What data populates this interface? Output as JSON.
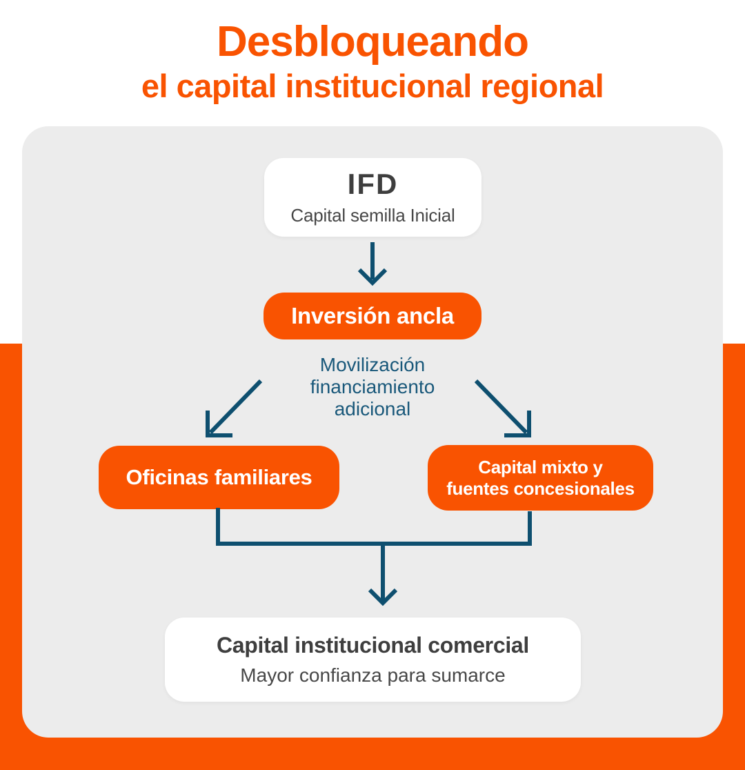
{
  "title": {
    "line1": "Desbloqueando",
    "line2": "el capital institucional regional"
  },
  "colors": {
    "orange": "#F95301",
    "teal": "#0E4F6F",
    "teal_text": "#19587A",
    "panel": "#ECECEC",
    "dark": "#3E3E3E",
    "dark2": "#474747"
  },
  "diagram": {
    "ifd": {
      "title": "IFD",
      "subtitle": "Capital semilla Inicial"
    },
    "anchor": {
      "label": "Inversión ancla"
    },
    "mobilization": {
      "line1": "Movilización",
      "line2": "financiamiento",
      "line3": "adicional"
    },
    "family_offices": {
      "label": "Oficinas familiares"
    },
    "blended": {
      "line1": "Capital mixto y",
      "line2": "fuentes concesionales"
    },
    "commercial": {
      "title": "Capital institucional comercial",
      "subtitle": "Mayor confianza para sumarce"
    }
  }
}
